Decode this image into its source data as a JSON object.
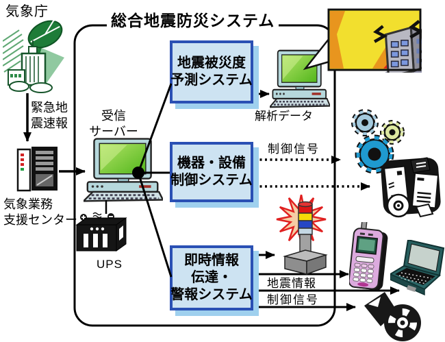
{
  "title": "総合地震防災システム",
  "source": {
    "agency_label": "気象庁",
    "alert_label_line1": "緊急地",
    "alert_label_line2": "震速報",
    "center_label_line1": "気象業務",
    "center_label_line2": "支援センター"
  },
  "receiver": {
    "label_line1": "受信",
    "label_line2": "サーバー",
    "ups_label": "UPS"
  },
  "systems": {
    "prediction": {
      "name_line1": "地震被災度",
      "name_line2": "予測システム",
      "output_label": "解析データ"
    },
    "control": {
      "name_line1": "機器・設備",
      "name_line2": "制御システム",
      "signal_label": "制御信号"
    },
    "alarm": {
      "name_line1": "即時情報",
      "name_line2": "伝達・",
      "name_line3": "警報システム",
      "info_label": "地震情報",
      "signal_label": "制御信号"
    }
  },
  "icons": [
    "jma-building-icon",
    "server-rack-icon",
    "receiving-server-computer-icon",
    "ups-battery-icon",
    "analysis-computer-icon",
    "hazard-map-callout",
    "gears-icon",
    "equipment-package-icon",
    "warning-beacon-icon",
    "mobile-phone-icon",
    "laptop-icon",
    "loudspeaker-icon"
  ],
  "colors": {
    "system_box_fill": "#cde3f2",
    "system_box_border": "#2a50b4",
    "system_box_shadow": "#9fd0ee",
    "screen_green": "#6fc12f",
    "hazard_yellow": "#f2df2e",
    "hazard_orange": "#e8951e",
    "hazard_red": "#dd2818",
    "beacon_red": "#dd1515",
    "beacon_yellow": "#f6da08",
    "beacon_blue": "#2546c4",
    "gear_blue": "#1f9ad0",
    "phone_pink": "#dcaade"
  }
}
